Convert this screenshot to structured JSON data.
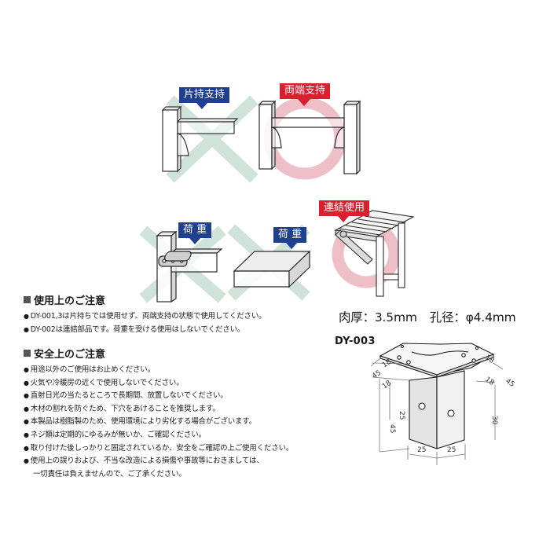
{
  "badges": {
    "cantilever": "片持支持",
    "both_ends": "両端支持",
    "load_1": "荷 重",
    "load_2": "荷 重",
    "joining": "連結使用"
  },
  "usage": {
    "title": "使用上のご注意",
    "items": [
      "DY-001,3は片持ちでは使用せず、両端支持の状態で使用してください。",
      "DY-002は連結部品です。荷重を受ける使用はしないでください。"
    ]
  },
  "safety": {
    "title": "安全上のご注意",
    "items": [
      "用途以外のご使用はお止めください。",
      "火気や冷暖房の近くで使用しないでください。",
      "直射日光の当たるところで長期間、放置しないでください。",
      "木材の割れを防ぐため、下穴をあけることを推奨します。",
      "本製品は樹脂製のため、使用環境により劣化する場合がございます。",
      "ネジ類は定期的にゆるみが無いか、ご確認ください。",
      "取り付けた後しっかりと固定されているか、安全をご確認の上ご使用ください。",
      "使用上の誤りおよび、不当な改造による損傷や事故等におきましては、"
    ],
    "continuation": "一切責任は負えませんので、ご了承ください。"
  },
  "spec": {
    "thickness": "肉厚：3.5mm",
    "hole": "孔径：φ4.4mm"
  },
  "model": "DY-003",
  "dimensions": {
    "d45_left": "45",
    "d18_left_a": "18",
    "d18_left_b": "18",
    "d18_right_a": "18",
    "d18_right_b": "18",
    "d45_right": "45",
    "d25_vert": "25",
    "d45_vert": "45",
    "d30_vert": "30",
    "d25_bottom_a": "25",
    "d25_bottom_b": "25"
  },
  "bullet": "●",
  "colors": {
    "badge_blue": "#1f3f8f",
    "badge_red": "#d8202f",
    "ng_mark": "#cfe3da",
    "ok_mark": "#eebfc7"
  }
}
